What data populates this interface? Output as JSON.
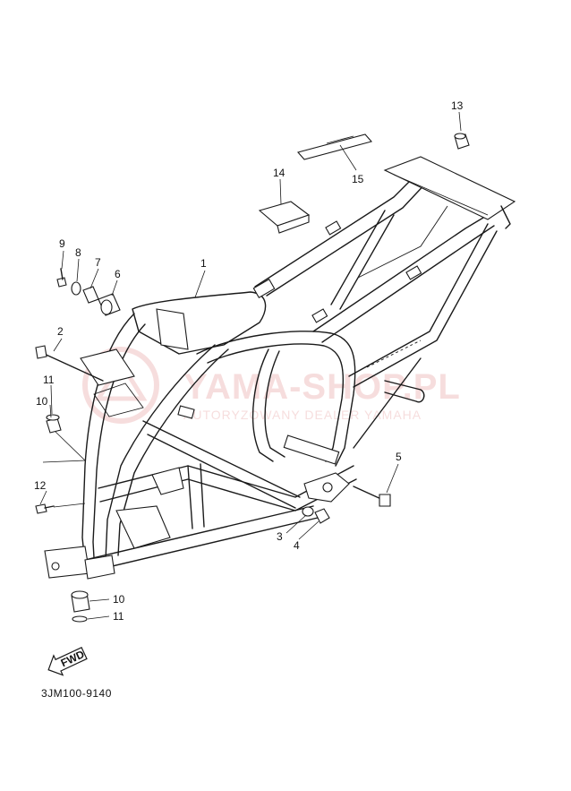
{
  "diagram": {
    "part_code": "3JM100-9140",
    "fwd_label": "FWD",
    "watermark": {
      "main": "YAMA-SHOP.PL",
      "sub": "AUTORYZOWANY DEALER YAMAHA",
      "color": "#e8a0a0"
    },
    "callouts": {
      "c1": "1",
      "c2": "2",
      "c3": "3",
      "c4": "4",
      "c5": "5",
      "c6": "6",
      "c7": "7",
      "c8": "8",
      "c9": "9",
      "c10a": "10",
      "c10b": "10",
      "c11a": "11",
      "c11b": "11",
      "c12": "12",
      "c13": "13",
      "c14": "14",
      "c15": "15"
    }
  }
}
